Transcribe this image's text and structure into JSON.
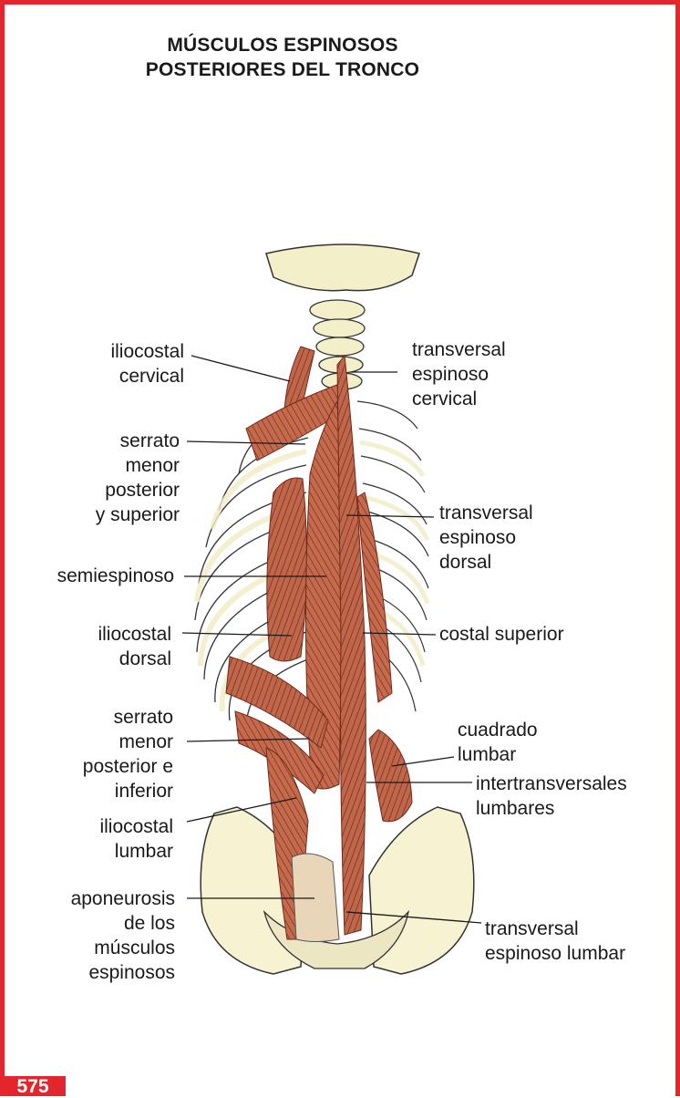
{
  "title": {
    "line1": "MÚSCULOS ESPINOSOS",
    "line2": "POSTERIORES DEL TRONCO"
  },
  "labels_left": {
    "iliocostal_cervical": [
      "iliocostal",
      "cervical"
    ],
    "serrato_superior": [
      "serrato",
      "menor",
      "posterior",
      "y superior"
    ],
    "semiespinoso": [
      "semiespinoso"
    ],
    "iliocostal_dorsal": [
      "iliocostal",
      "dorsal"
    ],
    "serrato_inferior": [
      "serrato",
      "menor",
      "posterior e",
      "inferior"
    ],
    "iliocostal_lumbar": [
      "iliocostal",
      "lumbar"
    ],
    "aponeurosis": [
      "aponeurosis",
      "de los",
      "músculos",
      "espinosos"
    ]
  },
  "labels_right": {
    "transversal_cervical": [
      "transversal",
      "espinoso",
      "cervical"
    ],
    "transversal_dorsal": [
      "transversal",
      "espinoso",
      "dorsal"
    ],
    "costal_superior": [
      "costal superior"
    ],
    "cuadrado_lumbar": [
      "cuadrado",
      "lumbar"
    ],
    "intertransversales": [
      "intertransversales",
      "lumbares"
    ],
    "transversal_lumbar": [
      "transversal",
      "espinoso lumbar"
    ]
  },
  "page_number": "575",
  "colors": {
    "frame": "#e3262d",
    "muscle": "#b5583d",
    "bone": "#f3efc8",
    "ink": "#1a1a1a"
  }
}
